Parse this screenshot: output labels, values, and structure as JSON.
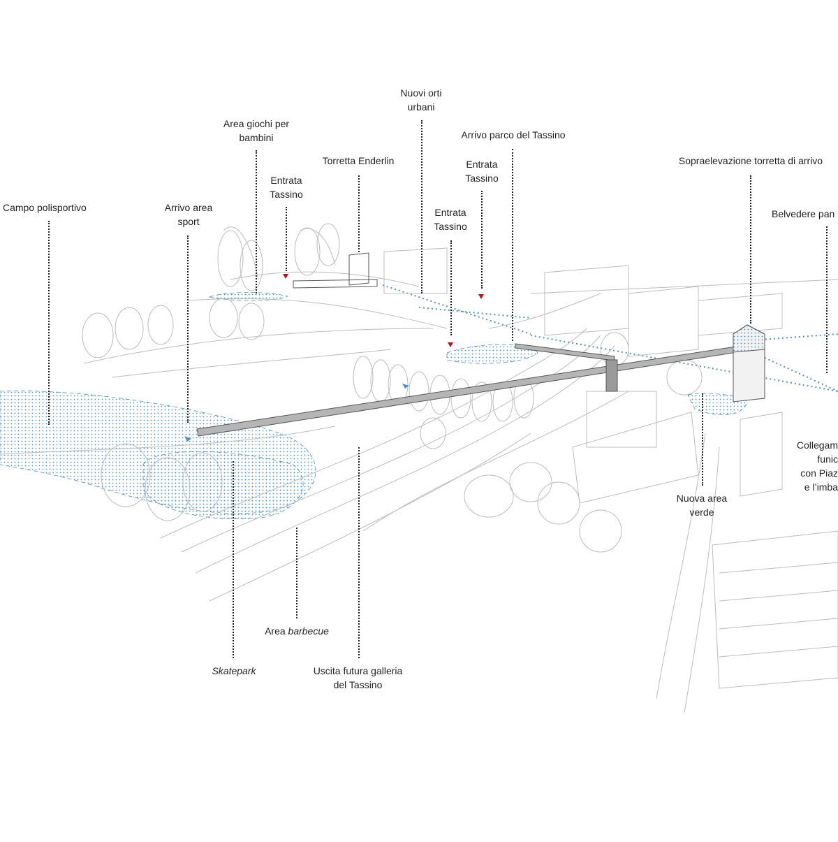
{
  "colors": {
    "line": "#b9bcbf",
    "hatch": "#4f8fc7",
    "bridge": "#b5b5b5",
    "marker_red": "#b3141b",
    "marker_blue": "#4f8fc7",
    "text": "#222222"
  },
  "labels": {
    "campo": {
      "lines": [
        "Campo polisportivo"
      ]
    },
    "arrivo_sport": {
      "lines": [
        "Arrivo area",
        "sport"
      ]
    },
    "area_giochi": {
      "lines": [
        "Area giochi per",
        "bambini"
      ]
    },
    "entrata_1": {
      "lines": [
        "Entrata",
        "Tassino"
      ]
    },
    "torretta_enderlin": {
      "lines": [
        "Torretta Enderlin"
      ]
    },
    "nuovi_orti": {
      "lines": [
        "Nuovi orti",
        "urbani"
      ]
    },
    "entrata_2": {
      "lines": [
        "Entrata",
        "Tassino"
      ]
    },
    "entrata_3": {
      "lines": [
        "Entrata",
        "Tassino"
      ]
    },
    "arrivo_parco": {
      "lines": [
        "Arrivo parco del Tassino"
      ]
    },
    "sopraelevazione": {
      "lines": [
        "Sopraelevazione torretta di arrivo"
      ]
    },
    "belvedere": {
      "lines": [
        "Belvedere pan"
      ]
    },
    "collegamento": {
      "lines": [
        "Collegam",
        "funic",
        "con Piaz",
        "e l’imba"
      ]
    },
    "nuova_area": {
      "lines": [
        "Nuova area",
        "verde"
      ]
    },
    "barbecue": {
      "prefix": "Area ",
      "italic": "barbecue"
    },
    "skatepark": {
      "italic": "Skatepark"
    },
    "uscita": {
      "lines": [
        "Uscita futura galleria",
        "del Tassino"
      ]
    }
  }
}
